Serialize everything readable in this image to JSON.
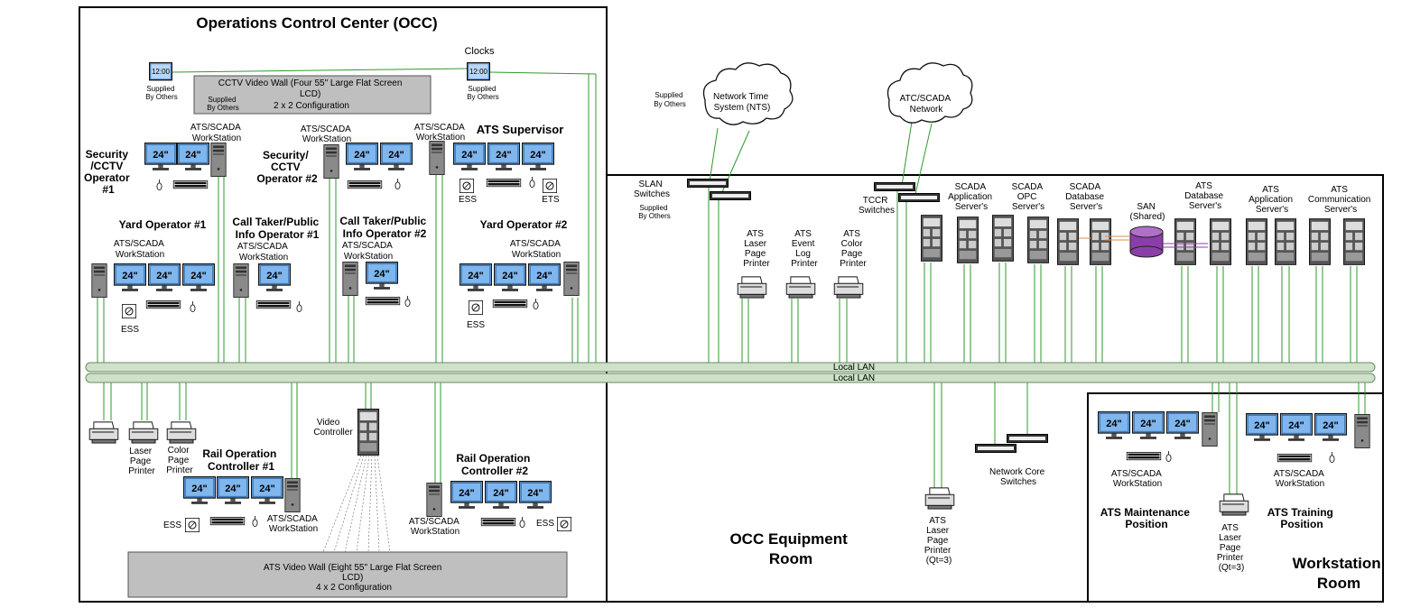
{
  "rooms": {
    "occ_title": "Operations Control Center (OCC)",
    "equipment_room": [
      "OCC Equipment",
      "Room"
    ],
    "workstation_room": [
      "Workstation",
      "Room"
    ]
  },
  "common": {
    "clocks": "Clocks",
    "clock_time": "12:00",
    "supplied_by_others": [
      "Supplied",
      "By Others"
    ],
    "monitor": "24\"",
    "ats_scada_workstation": [
      "ATS/SCADA",
      "WorkStation"
    ],
    "ess": "ESS",
    "ets": "ETS"
  },
  "video_walls": {
    "cctv": [
      "CCTV Video Wall (Four 55\" Large Flat Screen",
      "LCD)",
      "2 x 2 Configuration"
    ],
    "ats": [
      "ATS Video  Wall (Eight 55\" Large Flat Screen",
      "LCD)",
      "4 x 2 Configuration"
    ],
    "video_controller": [
      "Video",
      "Controller"
    ]
  },
  "positions": {
    "security1": [
      "Security",
      "/CCTV",
      "Operator",
      "#1"
    ],
    "security2": [
      "Security/",
      "CCTV",
      "Operator #2"
    ],
    "ats_supervisor": "ATS Supervisor",
    "yard1": "Yard Operator #1",
    "yard2": "Yard Operator #2",
    "calltaker1": [
      "Call Taker/Public",
      "Info Operator #1"
    ],
    "calltaker2": [
      "Call Taker/Public",
      "Info Operator #2"
    ],
    "rail1": [
      "Rail Operation",
      "Controller #1"
    ],
    "rail2": [
      "Rail Operation",
      "Controller #2"
    ],
    "ats_maintenance": [
      "ATS Maintenance",
      "Position"
    ],
    "ats_training": [
      "ATS Training",
      "Position"
    ]
  },
  "printers": {
    "laser": [
      "Laser",
      "Page",
      "Printer"
    ],
    "color": [
      "Color",
      "Page",
      "Printer"
    ],
    "ats_laser": [
      "ATS",
      "Laser",
      "Page",
      "Printer"
    ],
    "ats_event": [
      "ATS",
      "Event",
      "Log",
      "Printer"
    ],
    "ats_color": [
      "ATS",
      "Color",
      "Page",
      "Printer"
    ],
    "ats_laser_qt": [
      "ATS",
      "Laser",
      "Page",
      "Printer",
      "(Qt=3)"
    ]
  },
  "network": {
    "nts_cloud": [
      "Network Time",
      "System (NTS)"
    ],
    "atc_cloud": [
      "ATC/SCADA",
      "Network"
    ],
    "slan_switches": [
      "SLAN",
      "Switches"
    ],
    "tccr_switches": [
      "TCCR",
      "Switches"
    ],
    "core_switches": [
      "Network Core",
      "Switches"
    ],
    "local_lan": "Local LAN"
  },
  "servers": {
    "scada_app": [
      "SCADA",
      "Application",
      "Server's"
    ],
    "scada_opc": [
      "SCADA",
      "OPC",
      "Server's"
    ],
    "scada_db": [
      "SCADA",
      "Database",
      "Server's"
    ],
    "san": [
      "SAN",
      "(Shared)"
    ],
    "ats_db": [
      "ATS",
      "Database",
      "Server's"
    ],
    "ats_app": [
      "ATS",
      "Application",
      "Server's"
    ],
    "ats_comm": [
      "ATS",
      "Communication",
      "Server's"
    ]
  }
}
